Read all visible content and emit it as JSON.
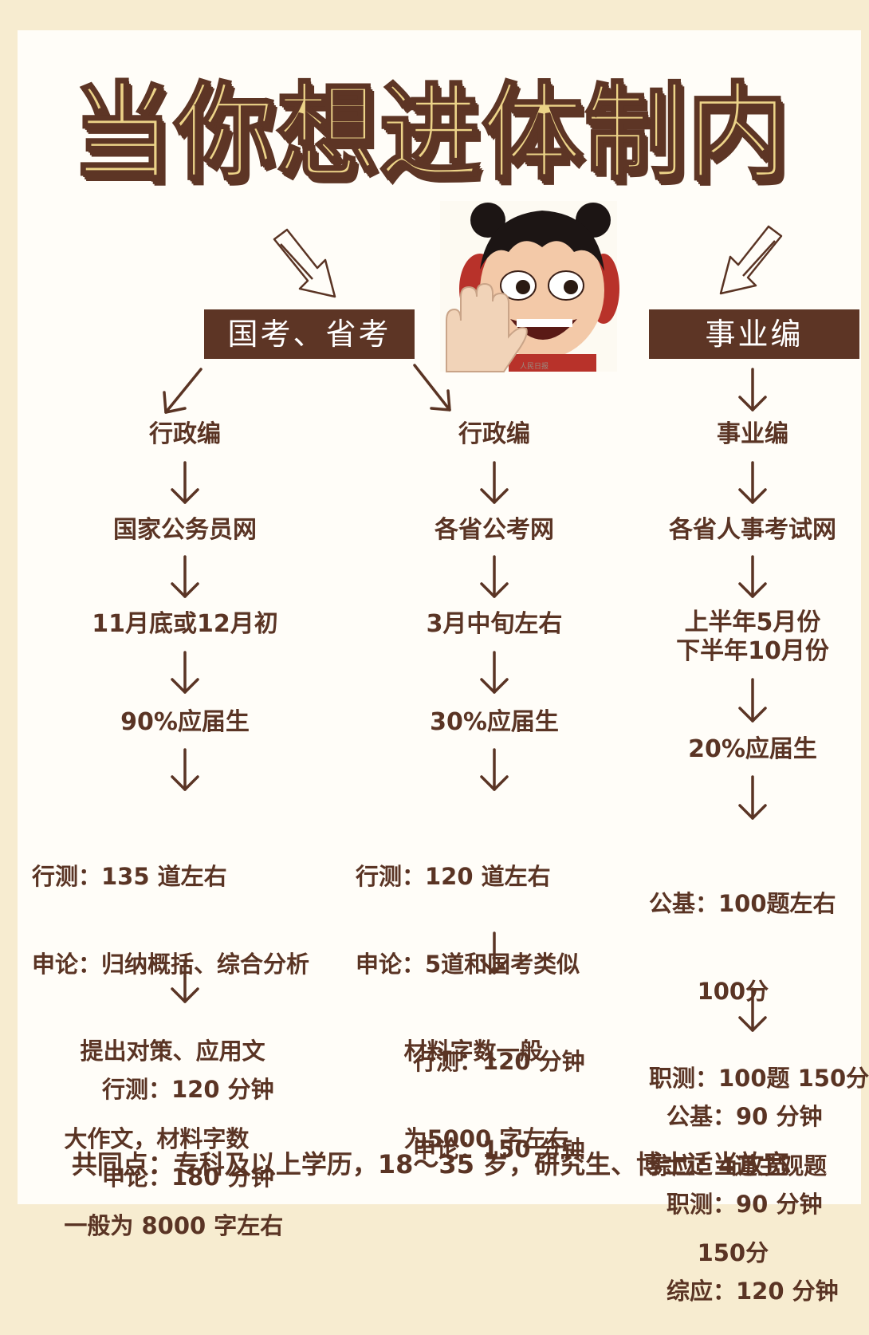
{
  "title": "当你想进体制内",
  "banners": {
    "left": "国考、省考",
    "right": "事业编"
  },
  "columns": {
    "national": {
      "type": "行政编",
      "site": "国家公务员网",
      "time": "11月底或12月初",
      "ratio": "90%应届生",
      "content": [
        "行测：135 道左右",
        "申论：归纳概括、综合分析",
        "      提出对策、应用文",
        "    大作文，材料字数",
        "    一般为 8000 字左右"
      ],
      "duration": [
        "行测：120 分钟",
        "申论：180 分钟"
      ]
    },
    "provincial": {
      "type": "行政编",
      "site": "各省公考网",
      "time": "3月中旬左右",
      "ratio": "30%应届生",
      "content": [
        "行测：120 道左右",
        "申论：5道和国考类似",
        "      材料字数一般",
        "      为5000 字左右"
      ],
      "duration": [
        "行测：120 分钟",
        "申论：150 分钟"
      ]
    },
    "institution": {
      "type": "事业编",
      "site": "各省人事考试网",
      "time": [
        "上半年5月份",
        "下半年10月份"
      ],
      "ratio": "20%应届生",
      "content": [
        "公基：100题左右",
        "      100分",
        "职测：100题 150分",
        "综应：4道主观题",
        "      150分"
      ],
      "duration": [
        "公基：90 分钟",
        "职测：90 分钟",
        "综应：120 分钟"
      ]
    }
  },
  "footer": "共同点：专科及以上学历，18～35 岁，研究生、博士适当放宽",
  "mascot": {
    "icon": "waving-cartoon-girl-icon",
    "watermark": "人民日报"
  },
  "colors": {
    "background": "#f7ecd0",
    "card": "#fffdf8",
    "accent": "#5d3525",
    "title_fill": "#ecd388",
    "text": "#5a3424"
  }
}
